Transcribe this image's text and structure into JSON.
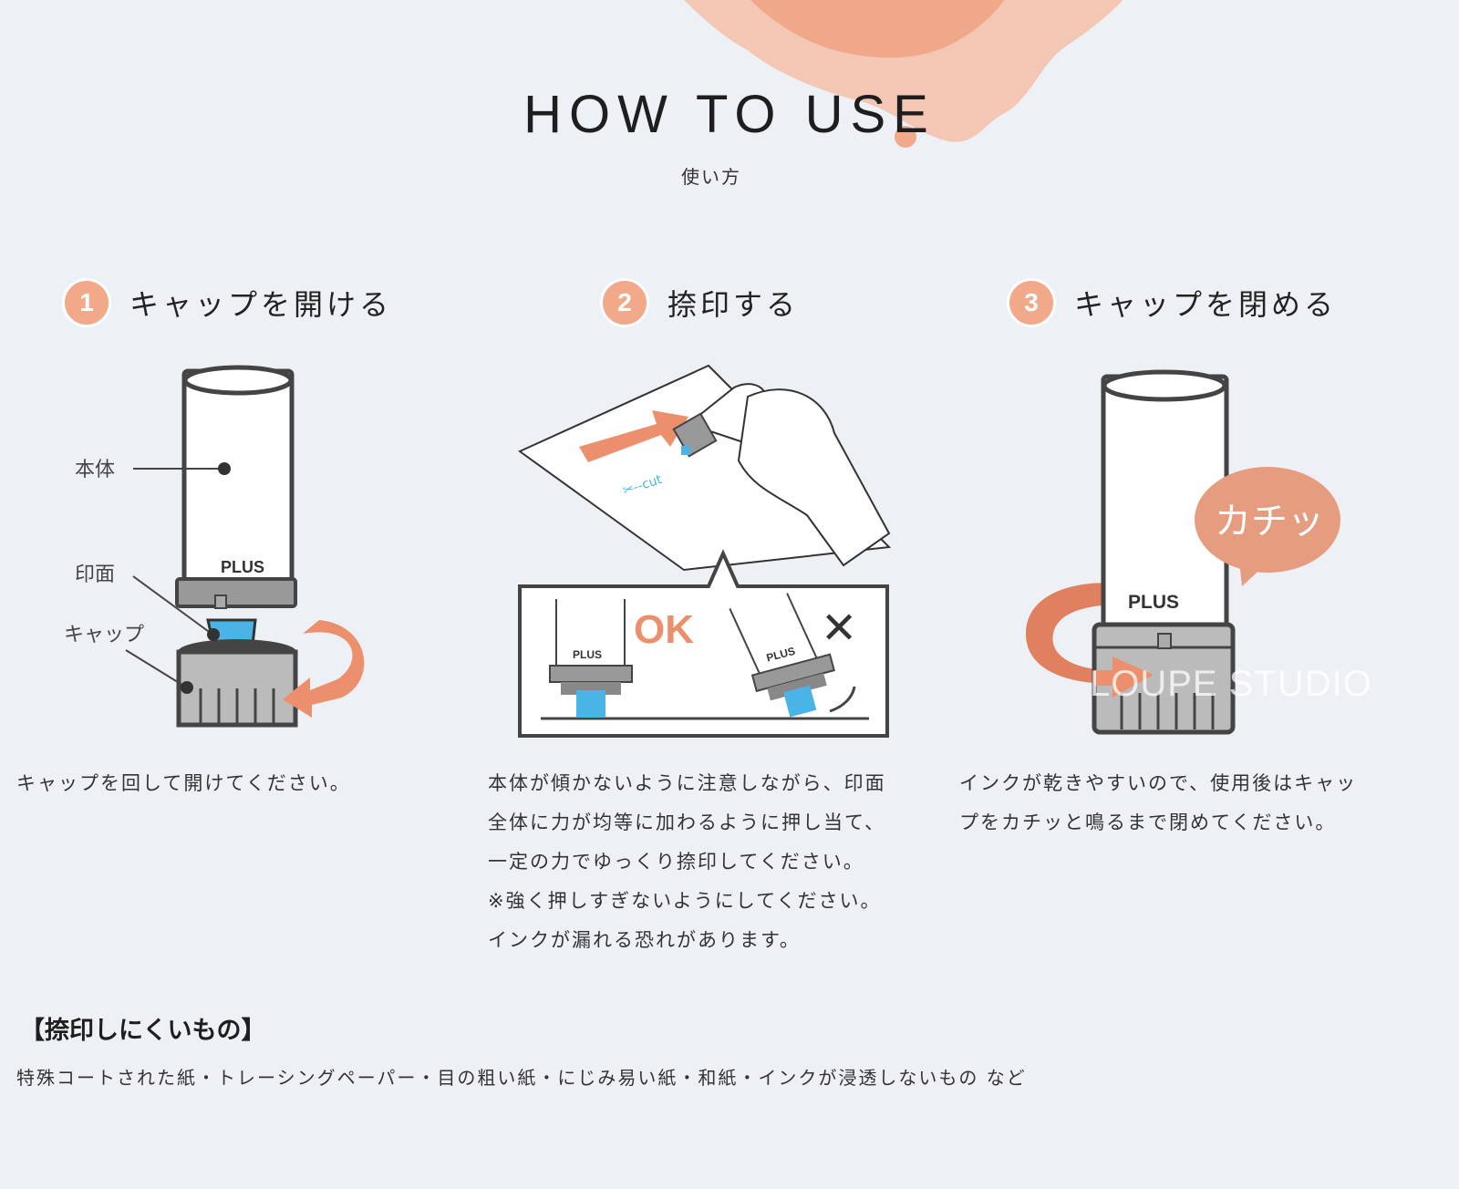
{
  "header": {
    "title": "HOW TO USE",
    "subtitle": "使い方"
  },
  "colors": {
    "accent": "#f2a98a",
    "accent_dark": "#e0805e",
    "ink_blue": "#4ab4e6",
    "background": "#edf1f6"
  },
  "steps": [
    {
      "number": "1",
      "label": "キャップを開ける",
      "illustration": {
        "callouts": [
          "本体",
          "印面",
          "キャップ"
        ],
        "brand": "PLUS"
      },
      "description": [
        "キャップを回して開けてください。"
      ]
    },
    {
      "number": "2",
      "label": "捺印する",
      "illustration": {
        "stamp_text": "✂--cut",
        "brand": "PLUS",
        "ok_label": "OK",
        "ng_label": "✕"
      },
      "description": [
        "本体が傾かないように注意しながら、印面",
        "全体に力が均等に加わるように押し当て、",
        "一定の力でゆっくり捺印してください。",
        "※強く押しすぎないようにしてください。",
        "インクが漏れる恐れがあります。"
      ]
    },
    {
      "number": "3",
      "label": "キャップを閉める",
      "illustration": {
        "bubble_text": "カチッ",
        "brand": "PLUS"
      },
      "description": [
        "インクが乾きやすいので、使用後はキャッ",
        "プをカチッと鳴るまで閉めてください。"
      ]
    }
  ],
  "note": {
    "title": "【捺印しにくいもの】",
    "body": "特殊コートされた紙・トレーシングペーパー・目の粗い紙・にじみ易い紙・和紙・インクが浸透しないもの など"
  },
  "watermark": "LOUPE STUDIO"
}
